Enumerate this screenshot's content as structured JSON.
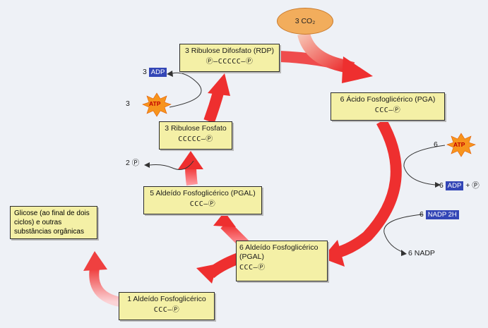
{
  "co2": "3 CO₂",
  "boxes": {
    "rdp": {
      "title": "3 Ribulose Difosfato (RDP)",
      "formula": "Ⓟ—CCCCC—Ⓟ"
    },
    "pga": {
      "title": "6 Ácido Fosfoglicérico (PGA)",
      "formula": "CCC—Ⓟ"
    },
    "ribulose_fosfato": {
      "title": "3 Ribulose Fosfato",
      "formula": "CCCCC—Ⓟ"
    },
    "pgal5": {
      "title": "5 Aldeído Fosfoglicérico (PGAL)",
      "formula": "CCC—Ⓟ"
    },
    "pgal6": {
      "title": "6 Aldeído Fosfoglicérico (PGAL)",
      "formula": "CCC—Ⓟ"
    },
    "pgal1": {
      "title": "1 Aldeído Fosfoglicérico",
      "formula": "CCC—Ⓟ"
    }
  },
  "labels": {
    "adp_left_num": "3",
    "adp_left": "ADP",
    "atp_left_num": "3",
    "atp_left": "ATP",
    "pi_left": "2 Ⓟ",
    "atp_right_num": "6",
    "atp_right": "ATP",
    "adp_right_num": "6",
    "adp_right": "ADP",
    "adp_right_suffix": "+ Ⓟ",
    "nadph_num": "6",
    "nadph": "NADP 2H",
    "nadp": "6 NADP"
  },
  "glicose": "Glicose (ao final de dois ciclos) e outras substâncias orgânicas",
  "colors": {
    "arrow": "#ee2f2f",
    "box": "#f4f0a6",
    "co2": "#f2ad5c",
    "chip": "#3346b6",
    "star": "#f7941d"
  }
}
